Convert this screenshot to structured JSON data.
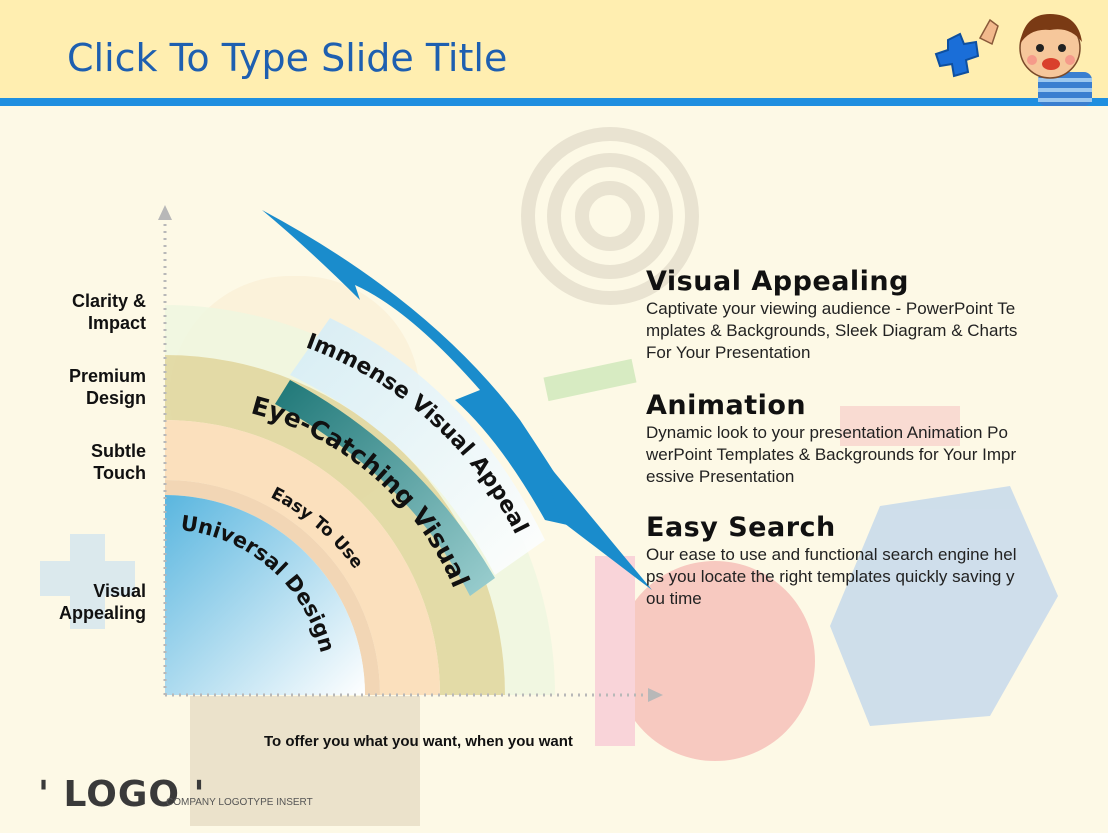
{
  "slide": {
    "title": "Click To Type Slide Title"
  },
  "y_axis_labels": [
    {
      "line1": "Clarity &",
      "line2": "Impact"
    },
    {
      "line1": "Premium",
      "line2": "Design"
    },
    {
      "line1": "Subtle",
      "line2": "Touch"
    },
    {
      "line1": "Visual",
      "line2": "Appealing"
    }
  ],
  "arcs": {
    "universal": "Universal Design",
    "easy": "Easy To Use",
    "eye": "Eye-Catching Visual",
    "immense": "Immense Visual Appeal"
  },
  "caption": "To offer you what you want, when you want",
  "right_sections": [
    {
      "title": "Visual Appealing",
      "text": "Captivate your viewing audience - PowerPoint Templates & Backgrounds, Sleek Diagram & Charts For Your Presentation"
    },
    {
      "title": "Animation",
      "text": "Dynamic look to your presentation Animation PowerPoint Templates & Backgrounds for Your Impressive Presentation"
    },
    {
      "title": "Easy Search",
      "text": "Our ease to use and functional search engine helps you locate the right templates quickly saving you time"
    }
  ],
  "logo": {
    "text": "' LOGO '",
    "sub": "COMPANY LOGOTYPE INSERT"
  },
  "colors": {
    "header": "#ffeeb0",
    "header_line": "#1f8fe0",
    "title": "#1e5fb0",
    "arrow": "#1a8ccc"
  }
}
